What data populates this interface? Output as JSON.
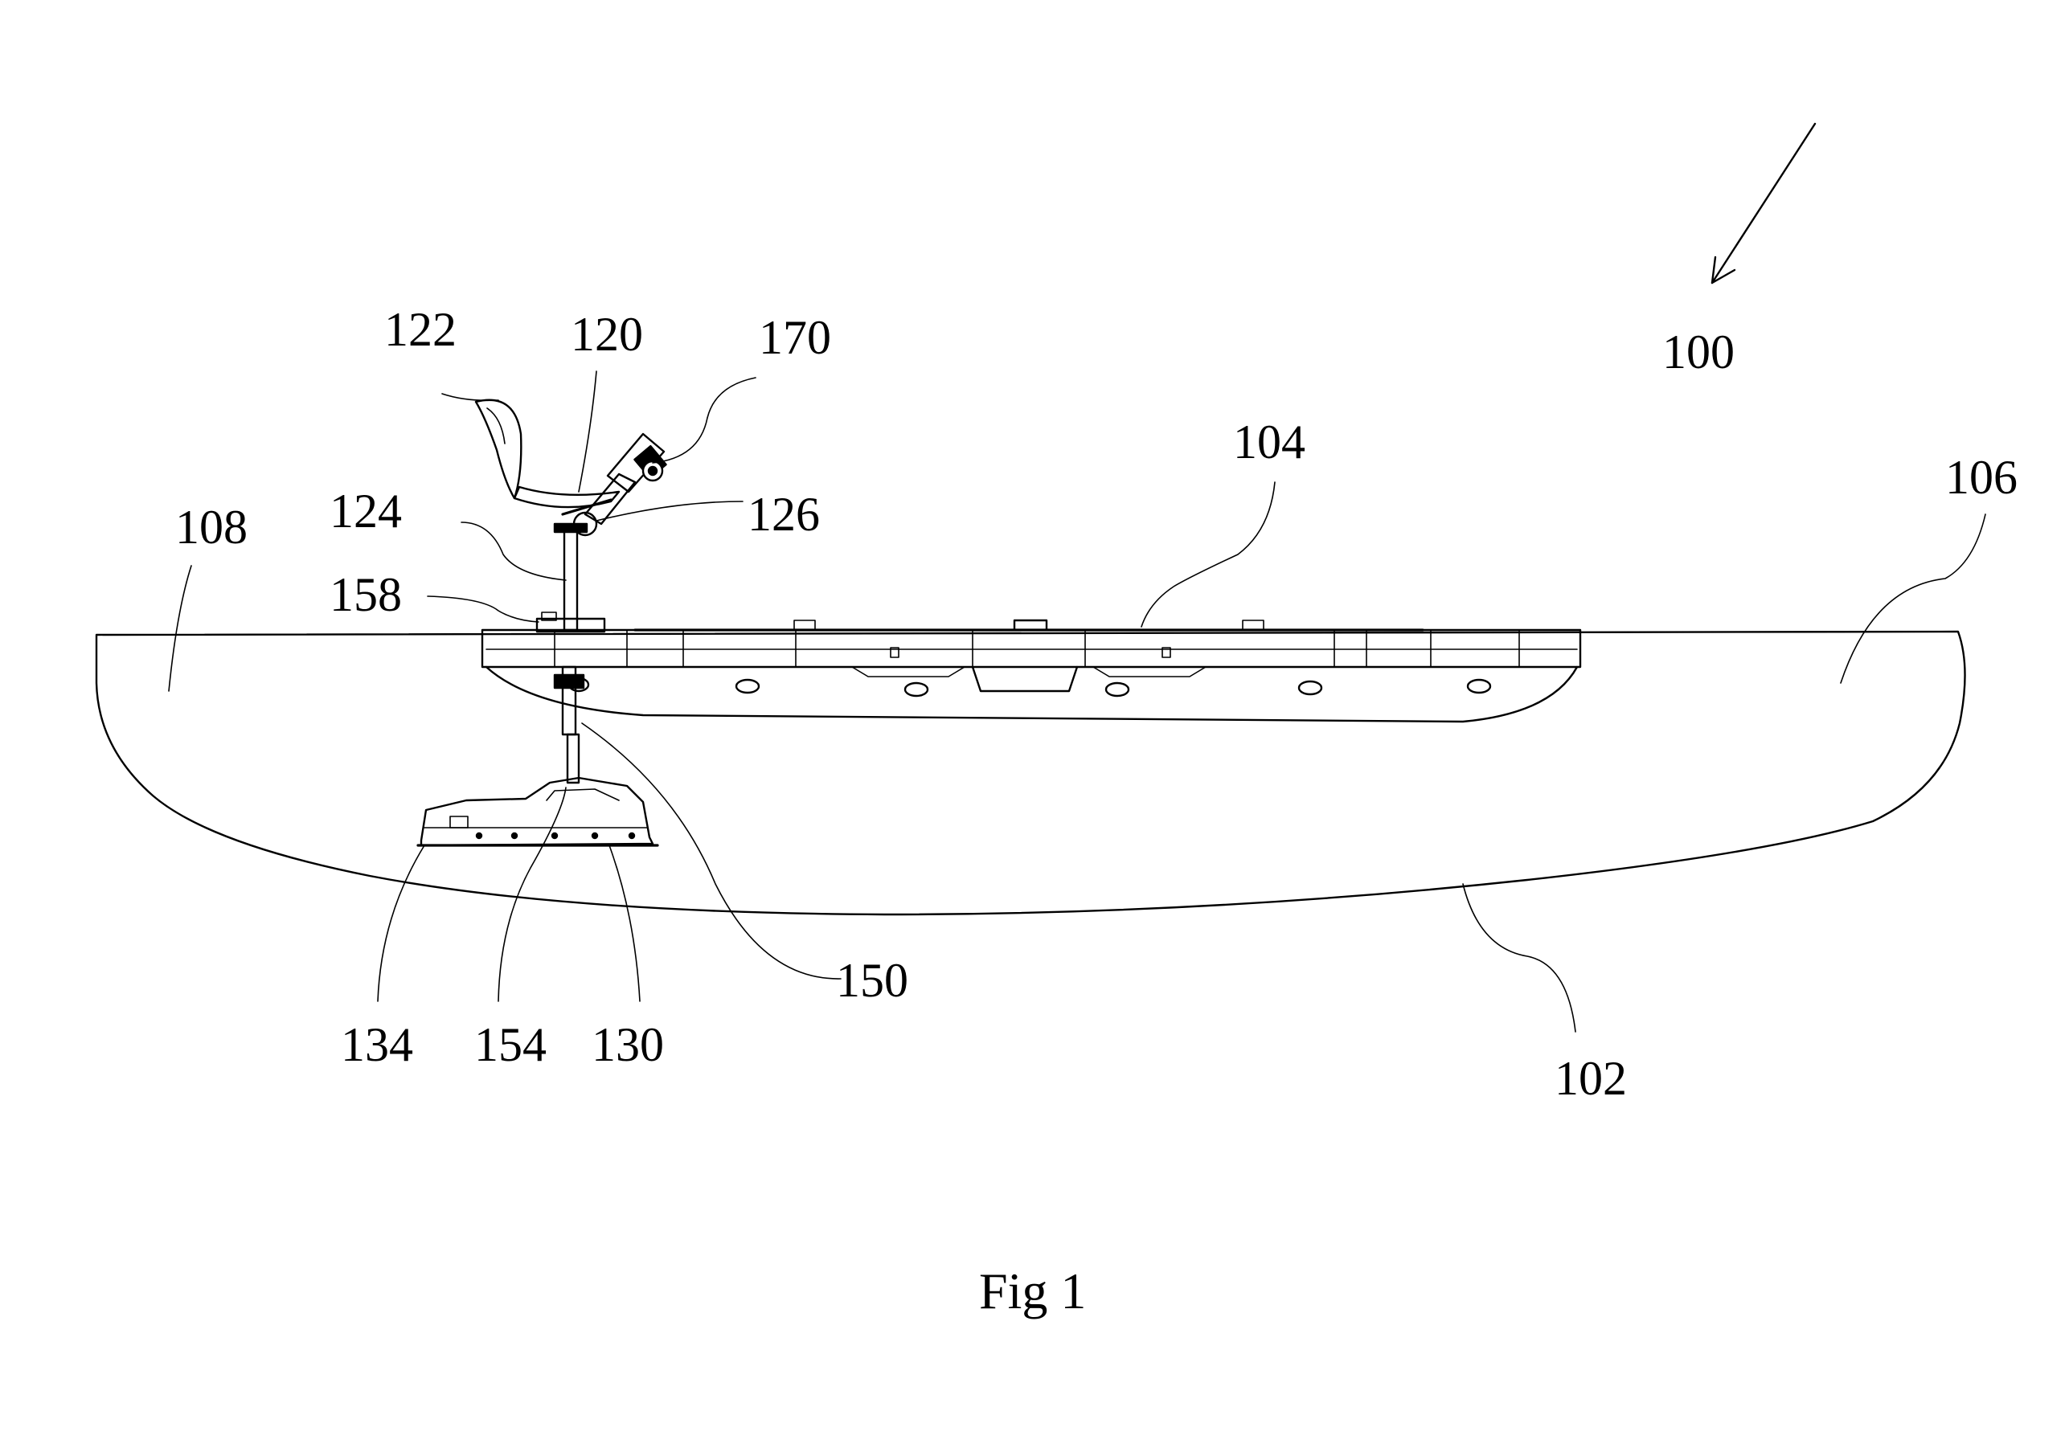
{
  "figure": {
    "caption": "Fig 1",
    "reference_numerals": {
      "r100": "100",
      "r102": "102",
      "r104": "104",
      "r106": "106",
      "r108": "108",
      "r120": "120",
      "r122": "122",
      "r124": "124",
      "r126": "126",
      "r130": "130",
      "r134": "134",
      "r150": "150",
      "r154": "154",
      "r158": "158",
      "r170": "170"
    }
  }
}
